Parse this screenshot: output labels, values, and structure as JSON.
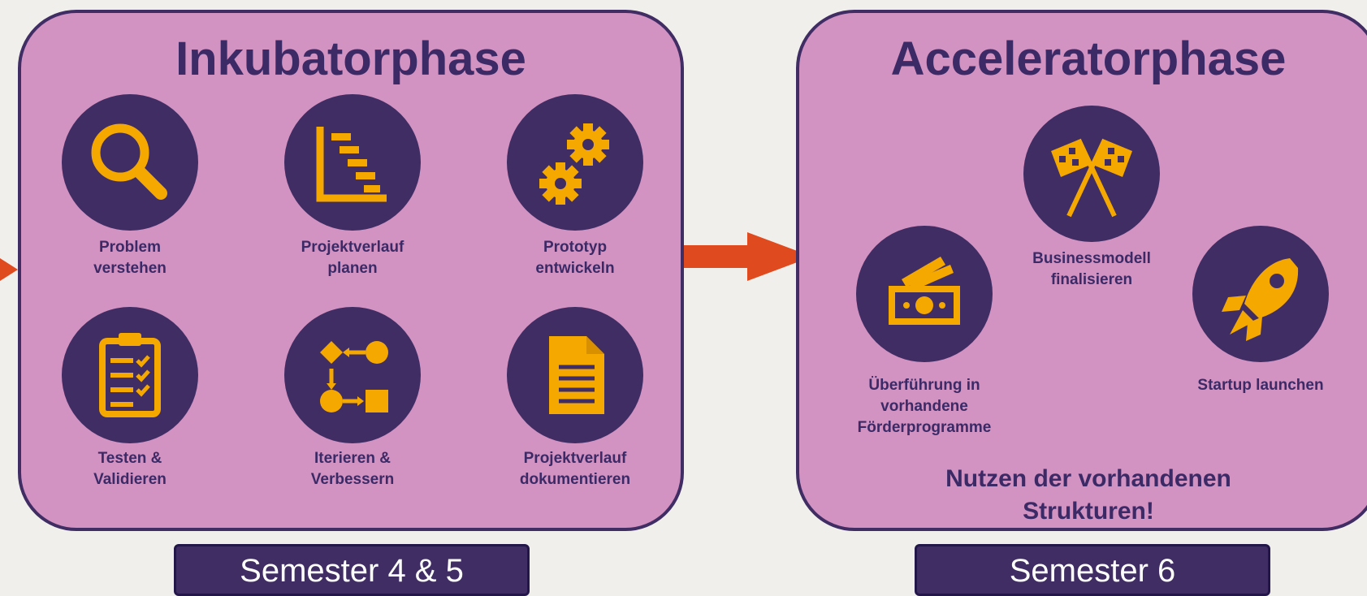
{
  "colors": {
    "background": "#f1efec",
    "panel": "#d292c2",
    "circle": "#3f2d63",
    "icon": "#f5a800",
    "arrow": "#c8414f",
    "big_arrow": "#e04a1f",
    "text": "#3b2a66"
  },
  "incubator": {
    "title": "Inkubatorphase",
    "steps": [
      {
        "label": "Problem\nverstehen",
        "icon": "magnifier-icon"
      },
      {
        "label": "Projektverlauf\nplanen",
        "icon": "gantt-chart-icon"
      },
      {
        "label": "Prototyp\nentwickeln",
        "icon": "gears-icon"
      },
      {
        "label": "Testen &\nValidieren",
        "icon": "clipboard-checklist-icon"
      },
      {
        "label": "Iterieren &\nVerbessern",
        "icon": "flow-shapes-icon"
      },
      {
        "label": "Projektverlauf\ndokumentieren",
        "icon": "document-icon"
      }
    ],
    "semester": "Semester 4 & 5"
  },
  "accelerator": {
    "title": "Acceleratorphase",
    "steps": [
      {
        "label": "Businessmodell\nfinalisieren",
        "icon": "checkered-flags-icon"
      },
      {
        "label": "Überführung in\nvorhandene\nFörderprogramme",
        "icon": "money-icon"
      },
      {
        "label": "Startup launchen",
        "icon": "rocket-icon"
      }
    ],
    "note": "Nutzen der vorhandenen\nStrukturen!",
    "semester": "Semester 6"
  }
}
